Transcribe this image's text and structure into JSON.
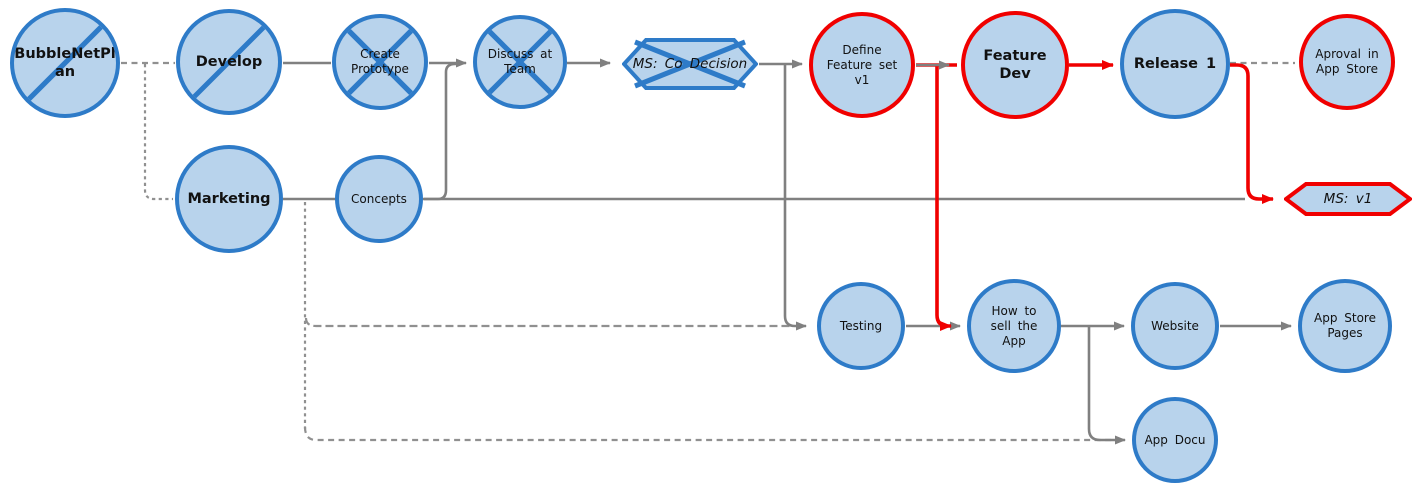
{
  "diagram": {
    "type": "bubble-net-project-plan",
    "colors": {
      "node_fill": "#b8d3ec",
      "node_border_blue": "#2e7bc8",
      "critical_red": "#f00000",
      "connector_gray": "#808080",
      "dashed_gray": "#909090"
    },
    "nodes": [
      {
        "id": "bubblenetplan",
        "label": "BubbleNetPlan",
        "shape": "circle",
        "border": "blue",
        "mark": "slash",
        "bold": true
      },
      {
        "id": "develop",
        "label": "Develop",
        "shape": "circle",
        "border": "blue",
        "mark": "slash",
        "bold": true
      },
      {
        "id": "create-prototype",
        "label": "Create Prototype",
        "shape": "circle",
        "border": "blue",
        "mark": "cross",
        "bold": false
      },
      {
        "id": "discuss-at-team",
        "label": "Discuss at Team",
        "shape": "circle",
        "border": "blue",
        "mark": "cross",
        "bold": false
      },
      {
        "id": "ms-co-decision",
        "label": "MS: Co Decision",
        "shape": "hexagon",
        "border": "blue",
        "mark": "cross",
        "bold": false
      },
      {
        "id": "define-feature-set-v1",
        "label": "Define Feature set v1",
        "shape": "circle",
        "border": "red",
        "mark": "none",
        "bold": false
      },
      {
        "id": "feature-dev",
        "label": "Feature Dev",
        "shape": "circle",
        "border": "red",
        "mark": "none",
        "bold": true
      },
      {
        "id": "release-1",
        "label": "Release 1",
        "shape": "circle",
        "border": "blue",
        "mark": "none",
        "bold": true
      },
      {
        "id": "aproval-in-app-store",
        "label": "Aproval in App Store",
        "shape": "circle",
        "border": "red",
        "mark": "none",
        "bold": false
      },
      {
        "id": "marketing",
        "label": "Marketing",
        "shape": "circle",
        "border": "blue",
        "mark": "none",
        "bold": true
      },
      {
        "id": "concepts",
        "label": "Concepts",
        "shape": "circle",
        "border": "blue",
        "mark": "none",
        "bold": false
      },
      {
        "id": "ms-v1",
        "label": "MS: v1",
        "shape": "hexagon",
        "border": "red",
        "mark": "none",
        "bold": false
      },
      {
        "id": "testing",
        "label": "Testing",
        "shape": "circle",
        "border": "blue",
        "mark": "none",
        "bold": false
      },
      {
        "id": "how-to-sell-the-app",
        "label": "How to sell the App",
        "shape": "circle",
        "border": "blue",
        "mark": "none",
        "bold": false
      },
      {
        "id": "website",
        "label": "Website",
        "shape": "circle",
        "border": "blue",
        "mark": "none",
        "bold": false
      },
      {
        "id": "app-store-pages",
        "label": "App Store Pages",
        "shape": "circle",
        "border": "blue",
        "mark": "none",
        "bold": false
      },
      {
        "id": "app-docu",
        "label": "App Docu",
        "shape": "circle",
        "border": "blue",
        "mark": "none",
        "bold": false
      }
    ],
    "edges": [
      {
        "from": "BubbleNetPlan",
        "to": "Develop",
        "style": "dashed"
      },
      {
        "from": "BubbleNetPlan",
        "to": "Marketing",
        "style": "dashed"
      },
      {
        "from": "Develop",
        "to": "Create Prototype",
        "style": "solid"
      },
      {
        "from": "Create Prototype",
        "to": "Discuss at Team",
        "style": "solid-arrow"
      },
      {
        "from": "Concepts",
        "to": "Discuss at Team",
        "style": "solid-arrow"
      },
      {
        "from": "Discuss at Team",
        "to": "MS: Co Decision",
        "style": "solid-arrow"
      },
      {
        "from": "MS: Co Decision",
        "to": "Define Feature set v1",
        "style": "solid-arrow"
      },
      {
        "from": "MS: Co Decision",
        "to": "Testing",
        "style": "solid-arrow"
      },
      {
        "from": "Marketing",
        "to": "Concepts",
        "style": "solid"
      },
      {
        "from": "Marketing",
        "to": "Testing",
        "style": "dashed"
      },
      {
        "from": "Marketing",
        "to": "App Docu",
        "style": "dashed"
      },
      {
        "from": "Concepts",
        "to": "MS: v1",
        "style": "solid"
      },
      {
        "from": "Define Feature set v1",
        "to": "Feature Dev",
        "style": "critical-arrow"
      },
      {
        "from": "Define Feature set v1",
        "to": "How to sell the App",
        "style": "critical-arrow"
      },
      {
        "from": "Feature Dev",
        "to": "Release 1",
        "style": "critical-arrow"
      },
      {
        "from": "Release 1",
        "to": "MS: v1",
        "style": "critical-arrow"
      },
      {
        "from": "Release 1",
        "to": "Aproval in App Store",
        "style": "dashed"
      },
      {
        "from": "Testing",
        "to": "How to sell the App",
        "style": "solid-arrow"
      },
      {
        "from": "How to sell the App",
        "to": "Website",
        "style": "solid-arrow"
      },
      {
        "from": "How to sell the App",
        "to": "App Docu",
        "style": "solid-arrow"
      },
      {
        "from": "Website",
        "to": "App Store Pages",
        "style": "solid-arrow"
      }
    ]
  }
}
